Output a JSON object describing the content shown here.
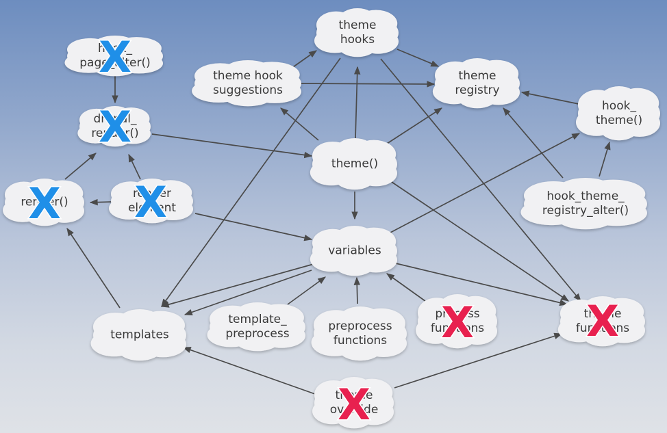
{
  "nodes": {
    "hook_page_alter": {
      "line1": "hook_",
      "line2": "page_alter()"
    },
    "drupal_render": {
      "line1": "drupal_",
      "line2": "render()"
    },
    "render": {
      "line1": "render()",
      "line2": ""
    },
    "render_element": {
      "line1": "render",
      "line2": "element"
    },
    "theme_hook_suggestions": {
      "line1": "theme hook",
      "line2": "suggestions"
    },
    "theme_hooks": {
      "line1": "theme",
      "line2": "hooks"
    },
    "theme_registry": {
      "line1": "theme",
      "line2": "registry"
    },
    "hook_theme": {
      "line1": "hook_",
      "line2": "theme()"
    },
    "theme_fn": {
      "line1": "theme()",
      "line2": ""
    },
    "hook_theme_registry_alter": {
      "line1": "hook_theme_",
      "line2": "registry_alter()"
    },
    "variables": {
      "line1": "variables",
      "line2": ""
    },
    "templates": {
      "line1": "templates",
      "line2": ""
    },
    "template_preprocess": {
      "line1": "template_",
      "line2": "preprocess"
    },
    "preprocess_functions": {
      "line1": "preprocess",
      "line2": "functions"
    },
    "process_functions": {
      "line1": "process",
      "line2": "functions"
    },
    "theme_functions": {
      "line1": "theme",
      "line2": "functions"
    },
    "theme_override": {
      "line1": "theme",
      "line2": "override"
    }
  },
  "x_marks": {
    "symbol": "X",
    "blue": "#1f8fe8",
    "red": "#e8214f"
  }
}
